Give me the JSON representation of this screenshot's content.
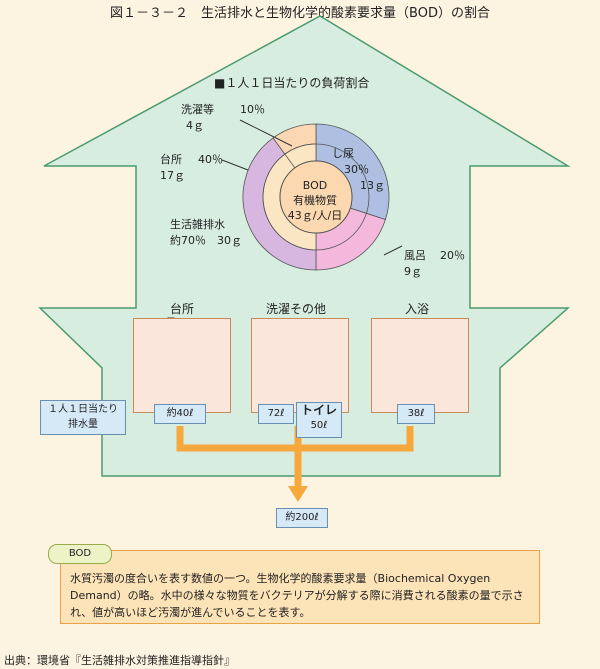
{
  "title": "図１－３－２　生活排水と生物化学的酸素要求量（BOD）の割合",
  "load": {
    "heading": "■１人１日当たりの負荷割合",
    "center": [
      "BOD",
      "有機物質",
      "43ｇ/人/日"
    ],
    "segments": [
      {
        "name": "し尿",
        "pct": "30％",
        "grams": "13ｇ",
        "value": 30,
        "color": "#aebfe2"
      },
      {
        "name": "風呂",
        "pct": "20％",
        "grams": "9ｇ",
        "value": 20,
        "color": "#f3b8dc"
      },
      {
        "name": "台所",
        "pct": "40％",
        "grams": "17ｇ",
        "value": 40,
        "color": "#d7b7df"
      },
      {
        "name": "洗濯等",
        "pct": "10％",
        "grams": "4ｇ",
        "value": 10,
        "color": "#fbd7b4"
      }
    ],
    "misc_label": "生活雑排水",
    "misc_value": "約70％　30ｇ"
  },
  "water": {
    "kitchen_title": "台所",
    "laundry_title": "洗濯その他",
    "bath_title": "入浴",
    "per_person_label": "１人１日当たり\n排水量",
    "kitchen_volume": "約40ℓ",
    "laundry_volume": "72ℓ",
    "toilet_label": "トイレ",
    "toilet_volume": "50ℓ",
    "bath_volume": "38ℓ",
    "total_volume": "約200ℓ"
  },
  "bod": {
    "tag": "BOD",
    "description": "水質汚濁の度合いを表す数値の一つ。生物化学的酸素要求量（Biochemical Oxygen　Demand）の略。水中の様々な物質をバクテリアが分解する際に消費される酸素の量で示され、値が高いほど汚濁が進んでいることを表す。"
  },
  "source": "出典：環境省『生活雑排水対策推進指導指針』",
  "colors": {
    "house": "#d6ede0",
    "house_border": "#4c9a6d",
    "arrow": "#f6a83c",
    "inner_ring": "#fbe6c4",
    "center": "#fbd8b0"
  }
}
